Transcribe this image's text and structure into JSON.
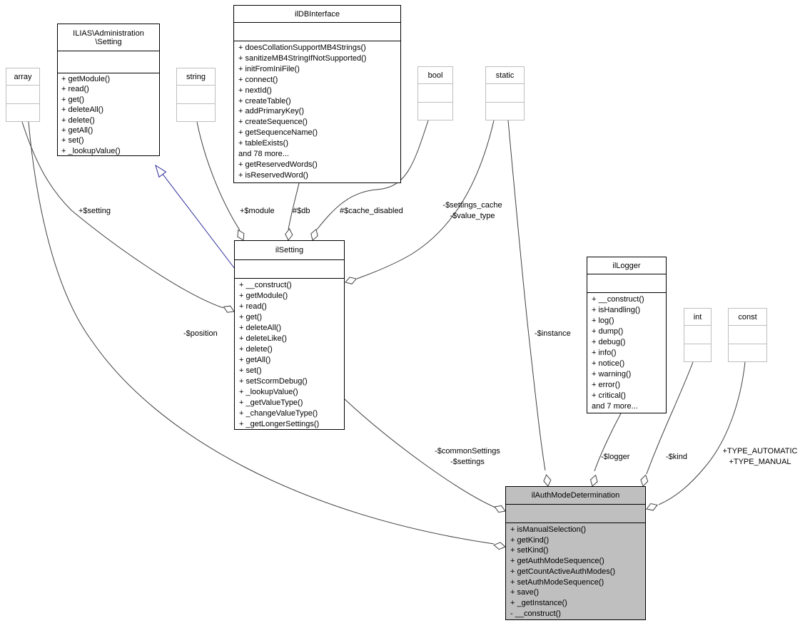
{
  "diagram": {
    "classes": {
      "ilias_setting": {
        "title": "ILIAS\\Administration\n\\Setting",
        "methods": [
          "+ getModule()",
          "+ read()",
          "+ get()",
          "+ deleteAll()",
          "+ delete()",
          "+ getAll()",
          "+ set()",
          "+ _lookupValue()"
        ]
      },
      "ildbinterface": {
        "title": "ilDBInterface",
        "methods": [
          "+ doesCollationSupportMB4Strings()",
          "+ sanitizeMB4StringIfNotSupported()",
          "+ initFromIniFile()",
          "+ connect()",
          "+ nextId()",
          "+ createTable()",
          "+ addPrimaryKey()",
          "+ createSequence()",
          "+ getSequenceName()",
          "+ tableExists()",
          "and 78 more...",
          "+ getReservedWords()",
          "+ isReservedWord()"
        ]
      },
      "ilsetting": {
        "title": "ilSetting",
        "methods": [
          "+ __construct()",
          "+ getModule()",
          "+ read()",
          "+ get()",
          "+ deleteAll()",
          "+ deleteLike()",
          "+ delete()",
          "+ getAll()",
          "+ set()",
          "+ setScormDebug()",
          "+ _lookupValue()",
          "+ _getValueType()",
          "+ _changeValueType()",
          "+ _getLongerSettings()"
        ]
      },
      "illogger": {
        "title": "ilLogger",
        "methods": [
          "+ __construct()",
          "+ isHandling()",
          "+ log()",
          "+ dump()",
          "+ debug()",
          "+ info()",
          "+ notice()",
          "+ warning()",
          "+ error()",
          "+ critical()",
          "and 7 more..."
        ]
      },
      "ilauthmodedetermination": {
        "title": "ilAuthModeDetermination",
        "methods": [
          "+ isManualSelection()",
          "+ getKind()",
          "+ setKind()",
          "+ getAuthModeSequence()",
          "+ getCountActiveAuthModes()",
          "+ setAuthModeSequence()",
          "+ save()",
          "+ _getInstance()",
          "- __construct()"
        ]
      }
    },
    "type_nodes": {
      "array": "array",
      "string": "string",
      "bool": "bool",
      "static": "static",
      "int": "int",
      "const": "const"
    },
    "edge_labels": {
      "setting": "+$setting",
      "module": "+$module",
      "db": "#$db",
      "cache_disabled": "#$cache_disabled",
      "settings_cache": "-$settings_cache\n-$value_type",
      "position": "-$position",
      "instance": "-$instance",
      "common_settings": "-$commonSettings\n-$settings",
      "logger": "-$logger",
      "kind": "-$kind",
      "type_constants": "+TYPE_AUTOMATIC\n+TYPE_MANUAL"
    },
    "colors": {
      "highlight_fill": "#bfbfbf",
      "edge": "#404040",
      "inheritance": "#2a2a9a",
      "type_border": "#bebebe"
    }
  }
}
